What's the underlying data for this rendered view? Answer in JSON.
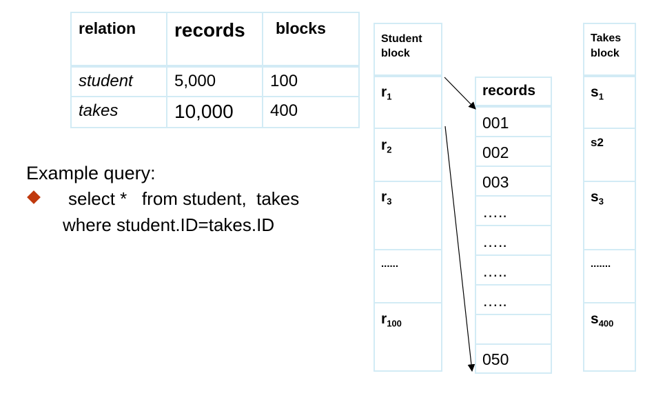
{
  "stats_table": {
    "headers": [
      "relation",
      "records",
      "blocks"
    ],
    "rows": [
      [
        "student",
        "5,000",
        "100"
      ],
      [
        "takes",
        "10,000",
        "400"
      ]
    ]
  },
  "query": {
    "heading": "Example query:",
    "line1": "select *   from student,  takes",
    "line2": "where student.ID=takes.ID"
  },
  "student_block": {
    "header_line1": "Student",
    "header_line2": "block",
    "rows": [
      {
        "base": "r",
        "sub": "1"
      },
      {
        "base": "r",
        "sub": "2"
      },
      {
        "base": "r",
        "sub": "3"
      },
      {
        "base": "......",
        "sub": ""
      },
      {
        "base": "r",
        "sub": "100"
      }
    ]
  },
  "records_block": {
    "header": "records",
    "rows": [
      "001",
      "002",
      "003",
      "…..",
      "…..",
      "…..",
      "…..",
      "",
      "050"
    ]
  },
  "takes_block": {
    "header_line1": "Takes",
    "header_line2": "block",
    "rows": [
      {
        "base": "s",
        "sub": "1"
      },
      {
        "base": "s2",
        "sub": ""
      },
      {
        "base": "s",
        "sub": "3"
      },
      {
        "base": ".......",
        "sub": ""
      },
      {
        "base": "s",
        "sub": "400"
      }
    ]
  },
  "colors": {
    "grid_line": "#d2ebf5",
    "bullet": "#c0390e",
    "text": "#000000"
  }
}
